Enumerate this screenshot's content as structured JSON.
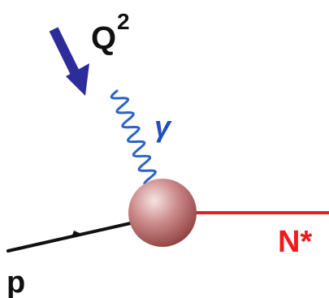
{
  "labels": {
    "q_main": "Q",
    "q_exp": "2",
    "gamma": "γ",
    "proton": "p",
    "nstar": "N*"
  },
  "colors": {
    "arrow": "#2c2c9a",
    "photon": "#2b63c6",
    "gamma_text": "#1f4fbf",
    "proton_line": "#111111",
    "nstar_line": "#ee1c1c",
    "nstar_text": "#ee1c1c",
    "vertex_light": "#f6e4e4",
    "vertex_mid": "#cc8b8b",
    "vertex_dark": "#8c3b3b"
  },
  "icons": {
    "vertex": "blob-vertex-sphere",
    "arrow": "momentum-transfer-arrow"
  }
}
